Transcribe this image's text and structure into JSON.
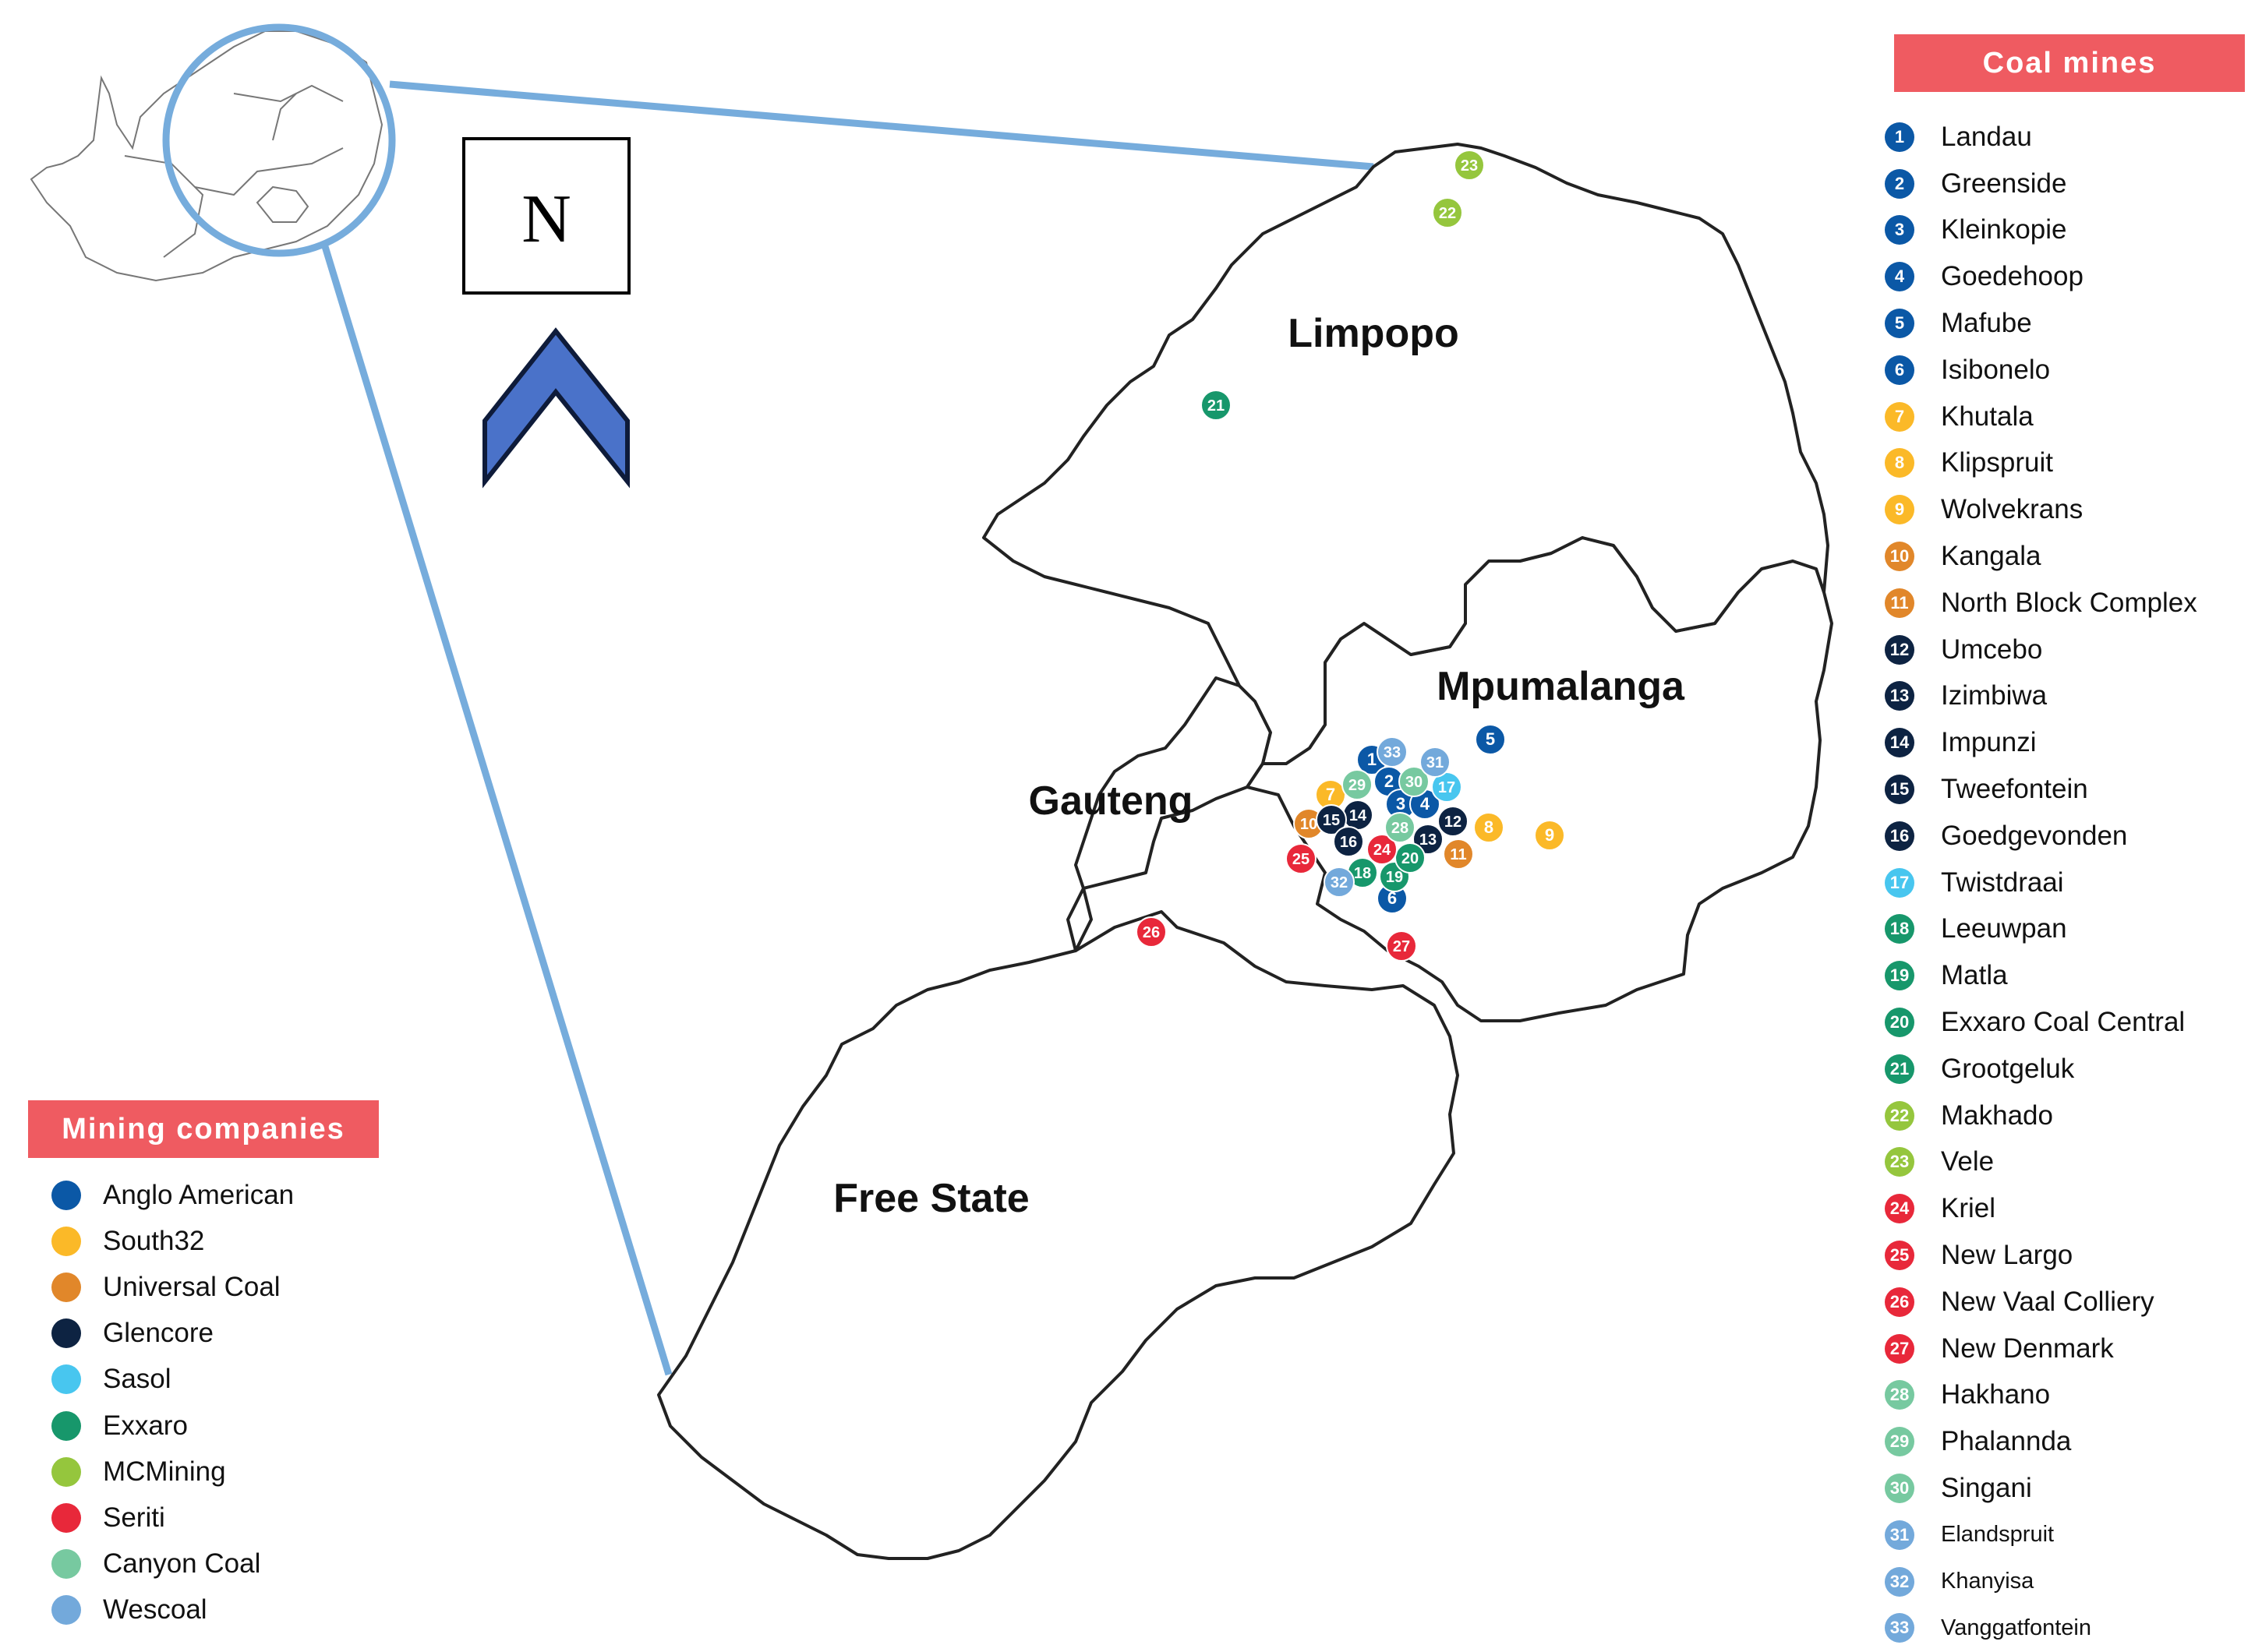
{
  "map": {
    "north_letter": "N",
    "regions": [
      {
        "key": "limpopo",
        "label": "Limpopo"
      },
      {
        "key": "mpumalanga",
        "label": "Mpumalanga"
      },
      {
        "key": "gauteng",
        "label": "Gauteng"
      },
      {
        "key": "free-state",
        "label": "Free State"
      }
    ]
  },
  "companies_legend": {
    "title": "Mining companies",
    "items": [
      {
        "name": "Anglo American",
        "color": "#0b58a6"
      },
      {
        "name": "South32",
        "color": "#fbb928"
      },
      {
        "name": "Universal Coal",
        "color": "#e1872a"
      },
      {
        "name": "Glencore",
        "color": "#0d2342"
      },
      {
        "name": "Sasol",
        "color": "#48c6ef"
      },
      {
        "name": "Exxaro",
        "color": "#17976b"
      },
      {
        "name": "MCMining",
        "color": "#95c63d"
      },
      {
        "name": "Seriti",
        "color": "#e8283a"
      },
      {
        "name": "Canyon Coal",
        "color": "#77c9a0"
      },
      {
        "name": "Wescoal",
        "color": "#73a9db"
      }
    ]
  },
  "mines_legend": {
    "title": "Coal mines",
    "items": [
      {
        "num": "1",
        "name": "Landau",
        "color": "#0b58a6"
      },
      {
        "num": "2",
        "name": "Greenside",
        "color": "#0b58a6"
      },
      {
        "num": "3",
        "name": "Kleinkopie",
        "color": "#0b58a6"
      },
      {
        "num": "4",
        "name": "Goedehoop",
        "color": "#0b58a6"
      },
      {
        "num": "5",
        "name": "Mafube",
        "color": "#0b58a6"
      },
      {
        "num": "6",
        "name": "Isibonelo",
        "color": "#0b58a6"
      },
      {
        "num": "7",
        "name": "Khutala",
        "color": "#fbb928"
      },
      {
        "num": "8",
        "name": "Klipspruit",
        "color": "#fbb928"
      },
      {
        "num": "9",
        "name": "Wolvekrans",
        "color": "#fbb928"
      },
      {
        "num": "10",
        "name": "Kangala",
        "color": "#e1872a"
      },
      {
        "num": "11",
        "name": "North Block Complex",
        "color": "#e1872a"
      },
      {
        "num": "12",
        "name": "Umcebo",
        "color": "#0d2342"
      },
      {
        "num": "13",
        "name": "Izimbiwa",
        "color": "#0d2342"
      },
      {
        "num": "14",
        "name": "Impunzi",
        "color": "#0d2342"
      },
      {
        "num": "15",
        "name": "Tweefontein",
        "color": "#0d2342"
      },
      {
        "num": "16",
        "name": "Goedgevonden",
        "color": "#0d2342"
      },
      {
        "num": "17",
        "name": "Twistdraai",
        "color": "#48c6ef"
      },
      {
        "num": "18",
        "name": "Leeuwpan",
        "color": "#17976b"
      },
      {
        "num": "19",
        "name": "Matla",
        "color": "#17976b"
      },
      {
        "num": "20",
        "name": "Exxaro Coal Central",
        "color": "#17976b"
      },
      {
        "num": "21",
        "name": "Grootgeluk",
        "color": "#17976b"
      },
      {
        "num": "22",
        "name": "Makhado",
        "color": "#95c63d"
      },
      {
        "num": "23",
        "name": "Vele",
        "color": "#95c63d"
      },
      {
        "num": "24",
        "name": "Kriel",
        "color": "#e8283a"
      },
      {
        "num": "25",
        "name": "New Largo",
        "color": "#e8283a"
      },
      {
        "num": "26",
        "name": "New Vaal Colliery",
        "color": "#e8283a"
      },
      {
        "num": "27",
        "name": "New Denmark",
        "color": "#e8283a"
      },
      {
        "num": "28",
        "name": "Hakhano",
        "color": "#77c9a0"
      },
      {
        "num": "29",
        "name": "Phalannda",
        "color": "#77c9a0"
      },
      {
        "num": "30",
        "name": "Singani",
        "color": "#77c9a0"
      },
      {
        "num": "31",
        "name": "Elandspruit",
        "color": "#73a9db"
      },
      {
        "num": "32",
        "name": "Khanyisa",
        "color": "#73a9db"
      },
      {
        "num": "33",
        "name": "Vanggatfontein",
        "color": "#73a9db"
      }
    ]
  }
}
